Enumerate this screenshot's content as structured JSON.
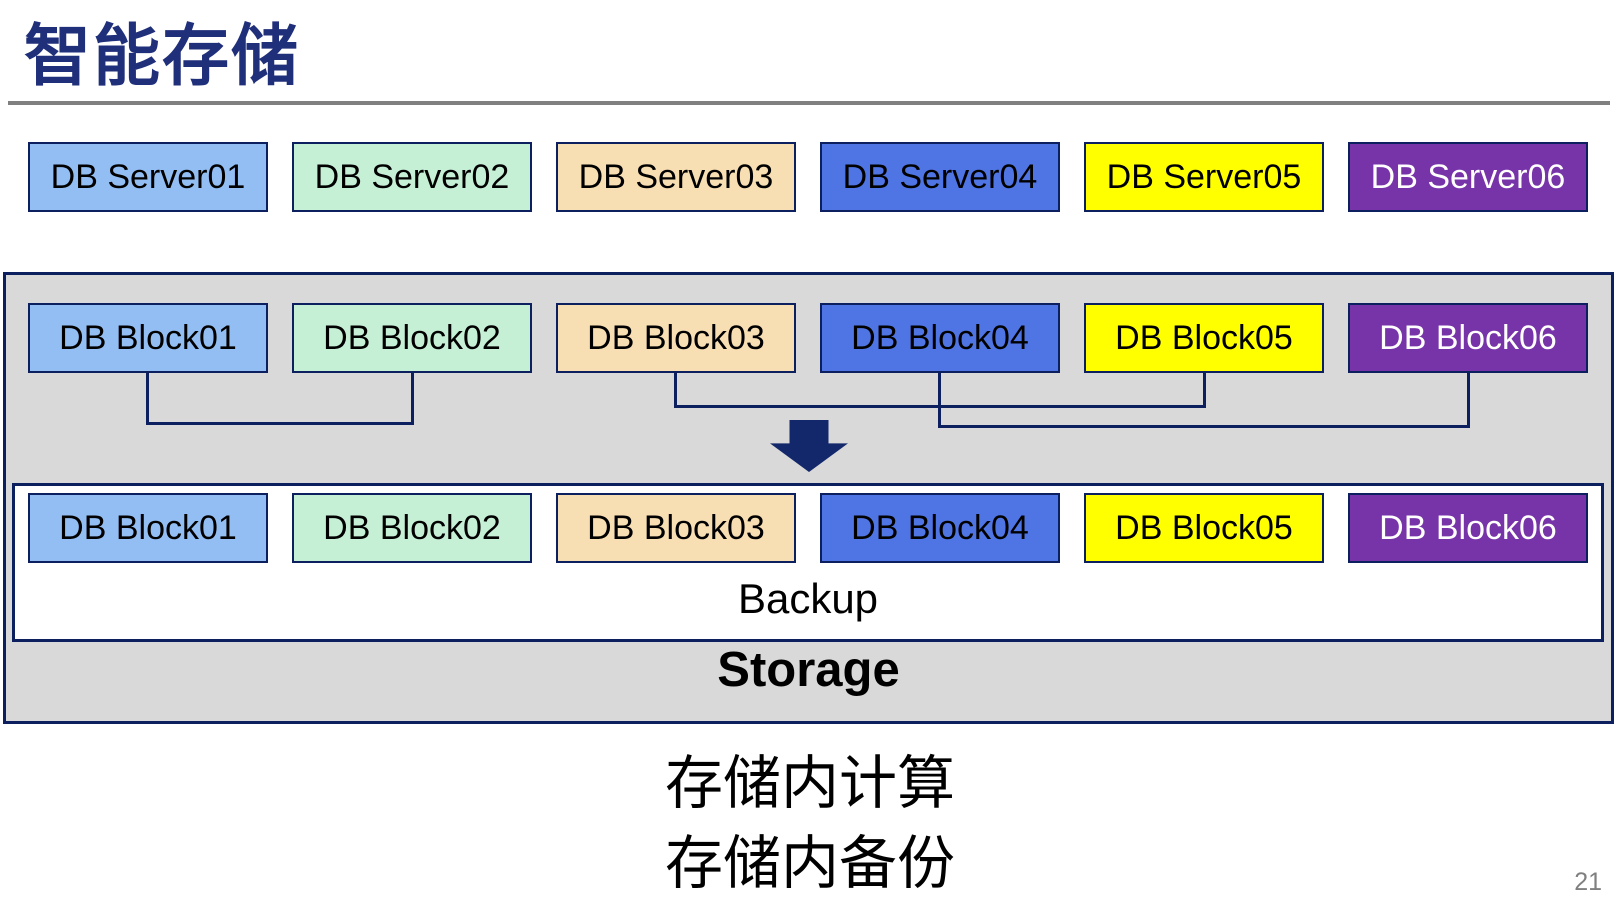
{
  "title": "智能存储",
  "servers": {
    "labels": [
      "DB Server01",
      "DB Server02",
      "DB Server03",
      "DB Server04",
      "DB Server05",
      "DB Server06"
    ]
  },
  "storage": {
    "blocks_top": [
      "DB Block01",
      "DB Block02",
      "DB Block03",
      "DB Block04",
      "DB Block05",
      "DB Block06"
    ],
    "blocks_bottom": [
      "DB Block01",
      "DB Block02",
      "DB Block03",
      "DB Block04",
      "DB Block05",
      "DB Block06"
    ],
    "backup_label": "Backup",
    "storage_label": "Storage"
  },
  "caption": {
    "line1": "存储内计算",
    "line2": "存储内备份"
  },
  "page_number": "21",
  "palette": {
    "column_fills": [
      "#93BEF3",
      "#C6F0D6",
      "#F8DEB3",
      "#4F74E3",
      "#FFFF00",
      "#7733A8"
    ],
    "column6_text": "#FFFFFF",
    "border_navy": "#0C2060",
    "arrow_navy": "#13286B",
    "title_navy": "#202F7A",
    "container_gray": "#D9D9D9",
    "divider_gray": "#808080",
    "page_number_gray": "#808080"
  }
}
